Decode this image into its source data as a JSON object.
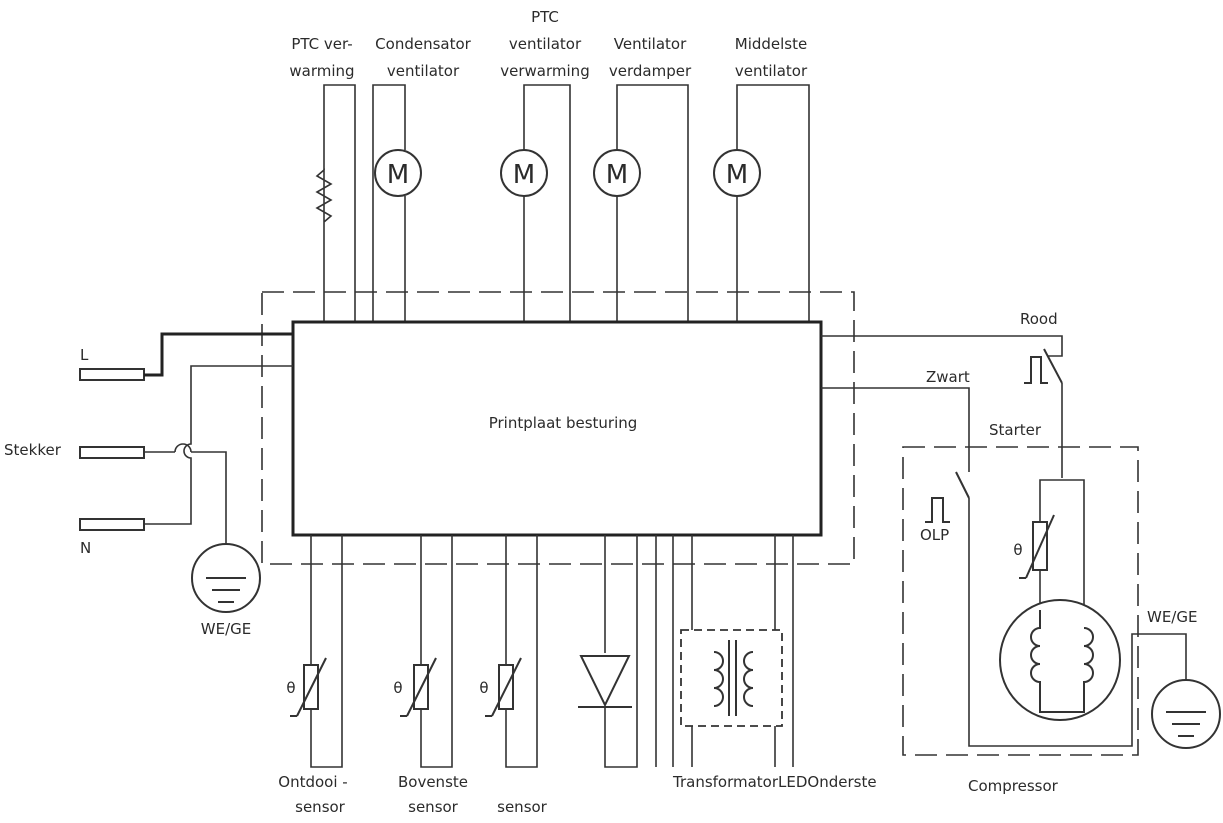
{
  "labels": {
    "ptc_heating": [
      "PTC ver-",
      "warming"
    ],
    "condenser_fan": [
      "Condensator",
      "ventilator"
    ],
    "ptc_fan_heating": [
      "PTC",
      "ventilator",
      "verwarming"
    ],
    "evaporator_fan": [
      "Ventilator",
      "verdamper"
    ],
    "middle_fan": [
      "Middelste",
      "ventilator"
    ],
    "motor_symbol": "M",
    "pcb": "Printplaat besturing",
    "live": "L",
    "plug": "Stekker",
    "neutral": "N",
    "ground_left": "WE/GE",
    "ground_right": "WE/GE",
    "red": "Rood",
    "black": "Zwart",
    "starter": "Starter",
    "olp": "OLP",
    "compressor": "Compressor",
    "theta": "θ",
    "defrost_sensor": [
      "Ontdooi -",
      "sensor"
    ],
    "upper_sensor": [
      "Bovenste",
      "sensor"
    ],
    "sensor": "sensor",
    "transformer": "Transformator",
    "led": "LED",
    "lower": "Onderste"
  }
}
